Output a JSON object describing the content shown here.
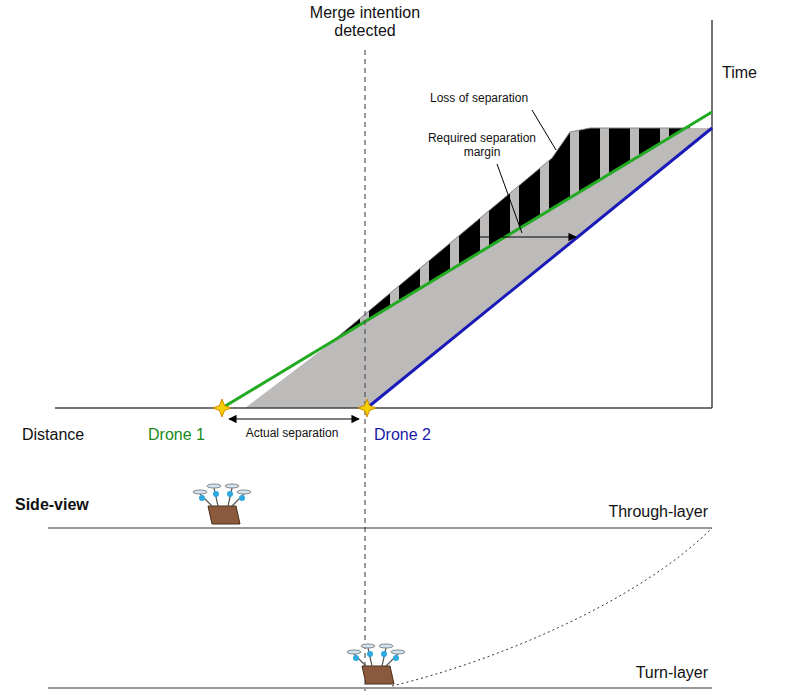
{
  "diagram": {
    "labels": [
      "Merge intention detected",
      "Time",
      "Loss of separation",
      "Required separation margin",
      "Distance",
      "Drone 1",
      "Actual separation",
      "Drone 2",
      "Side-view",
      "Through-layer",
      "Turn-layer"
    ]
  }
}
